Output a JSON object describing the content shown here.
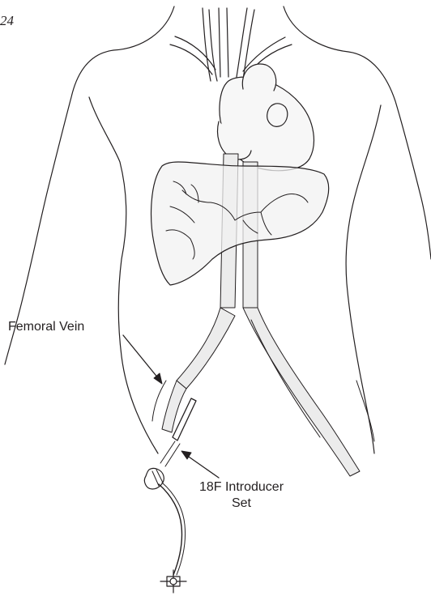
{
  "figure": {
    "id_text": "24"
  },
  "labels": {
    "femoral_vein": "Femoral Vein",
    "introducer_line1": "18F Introducer",
    "introducer_line2": "Set"
  },
  "colors": {
    "outline": "#231f20",
    "organ_fill": "#f2f2f2",
    "vessel_fill": "#ececec",
    "background": "#ffffff"
  }
}
